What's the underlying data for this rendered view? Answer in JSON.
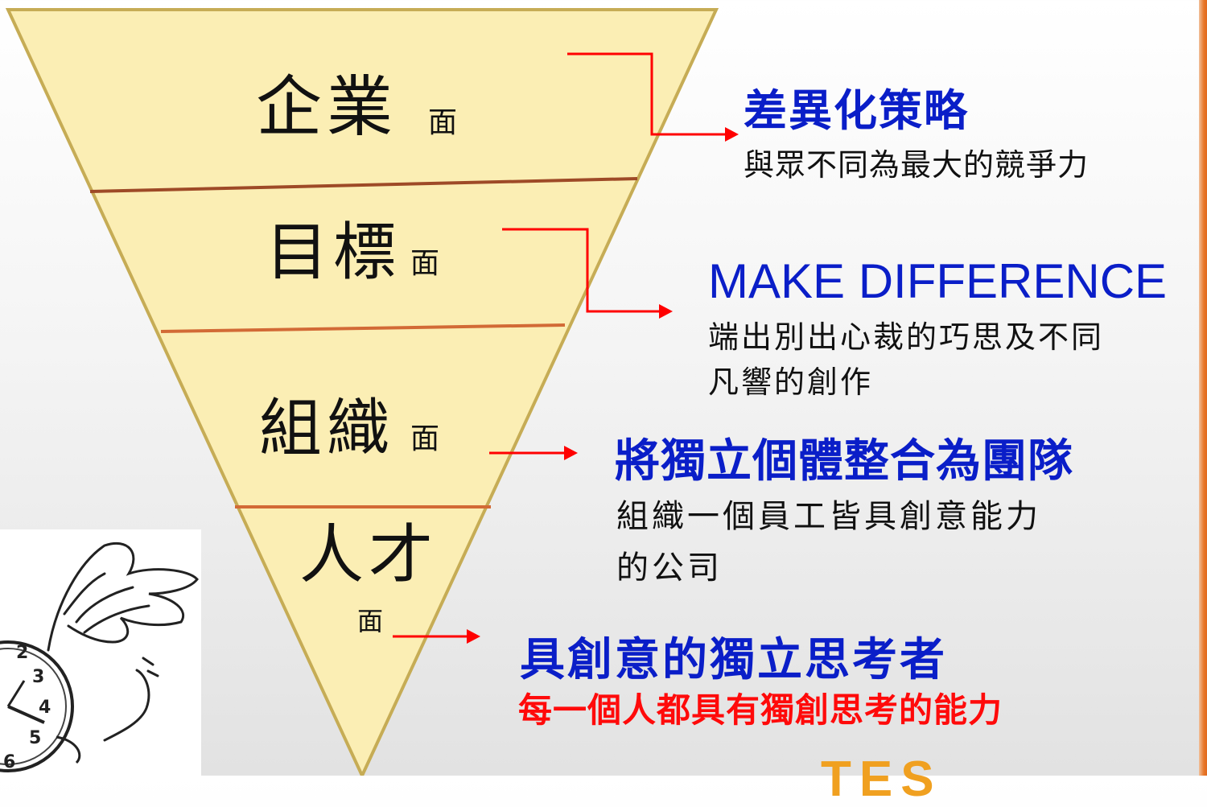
{
  "levels": [
    {
      "main": "企業",
      "suffix": "面"
    },
    {
      "main": "目標",
      "suffix": "面"
    },
    {
      "main": "組織",
      "suffix": "面"
    },
    {
      "main": "人才",
      "suffix": "面"
    }
  ],
  "annotations": [
    {
      "title": "差異化策略",
      "desc_lines": [
        "與眾不同為最大的競爭力"
      ]
    },
    {
      "title": "MAKE DIFFERENCE",
      "desc_lines": [
        "端出別出心裁的巧思及不同",
        "凡響的創作"
      ]
    },
    {
      "title": "將獨立個體整合為團隊",
      "desc_lines": [
        "組織一個員工皆具創意能力",
        "的公司"
      ]
    },
    {
      "title": "具創意的獨立思考者",
      "desc_lines": [
        "每一個人都具有獨創思考的能力"
      ]
    }
  ],
  "clock": {
    "numbers": [
      "2",
      "3",
      "4",
      "5",
      "6"
    ]
  },
  "brand_peek": "TES",
  "colors": {
    "triangle_fill": "#fbeeb4",
    "triangle_stroke": "#c6ac55",
    "divider": "#b4542e",
    "arrow": "#ff0000",
    "title_blue": "#0a1ec8",
    "highlight_red": "#ff0a0a",
    "accent_orange": "#e8782b"
  }
}
